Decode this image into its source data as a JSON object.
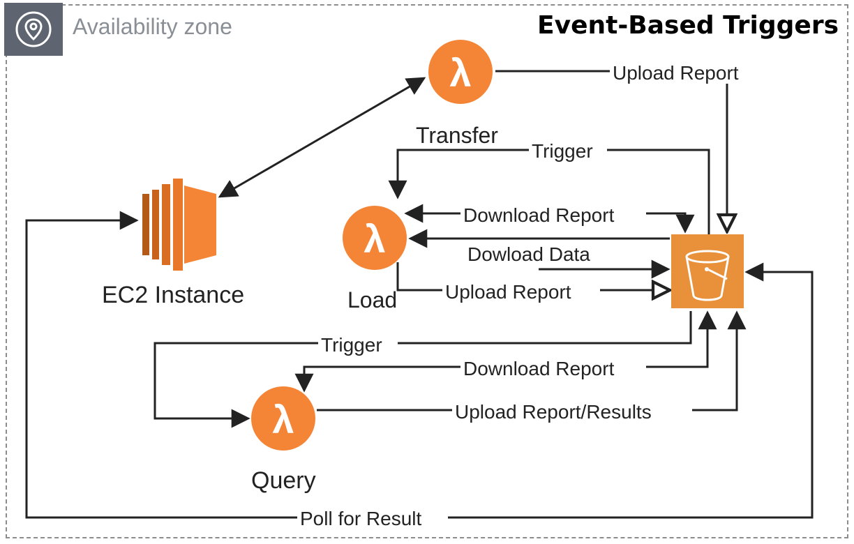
{
  "title": "Event-Based Triggers",
  "zone": {
    "label": "Availability zone",
    "icon": "location-pin-icon"
  },
  "nodes": {
    "transfer": {
      "label": "Transfer",
      "icon": "lambda-icon"
    },
    "load": {
      "label": "Load",
      "icon": "lambda-icon"
    },
    "query": {
      "label": "Query",
      "icon": "lambda-icon"
    },
    "ec2": {
      "label": "EC2 Instance",
      "icon": "ec2-instance-icon"
    },
    "s3": {
      "label": "",
      "icon": "s3-bucket-icon"
    }
  },
  "edges": {
    "transfer_upload_report": "Upload Report",
    "transfer_trigger": "Trigger",
    "load_download_report": "Download Report",
    "load_download_data": "Dowload Data",
    "load_upload_report": "Upload Report",
    "query_trigger": "Trigger",
    "query_download_report": "Download Report",
    "query_upload_results": "Upload Report/Results",
    "poll_for_result": "Poll for Result"
  },
  "colors": {
    "lambda": "#f58536",
    "ec2": "#f58536",
    "s3": "#e8913a",
    "badge": "#5e6570",
    "line": "#222222"
  }
}
